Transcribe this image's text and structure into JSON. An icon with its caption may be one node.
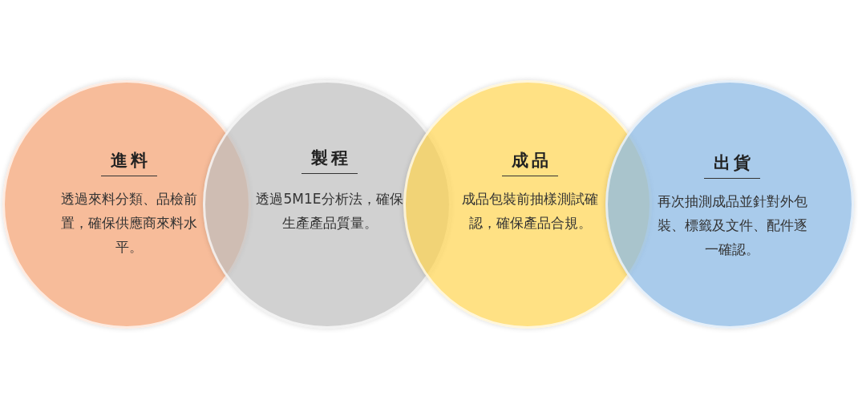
{
  "diagram": {
    "nodes": [
      {
        "text": [
          "進料",
          "透過來料分類、品檢前置，確保供應商來料水平。"
        ]
      },
      {
        "text": [
          "製程",
          "透過5M1E分析法，確保生產產品質量。"
        ]
      },
      {
        "text": [
          "成品",
          "成品包裝前抽樣測試確認，確保產品合規。"
        ]
      },
      {
        "text": [
          "出貨",
          "再次抽測成品並針對外包裝、標籤及文件、配件逐一確認。"
        ]
      }
    ]
  }
}
